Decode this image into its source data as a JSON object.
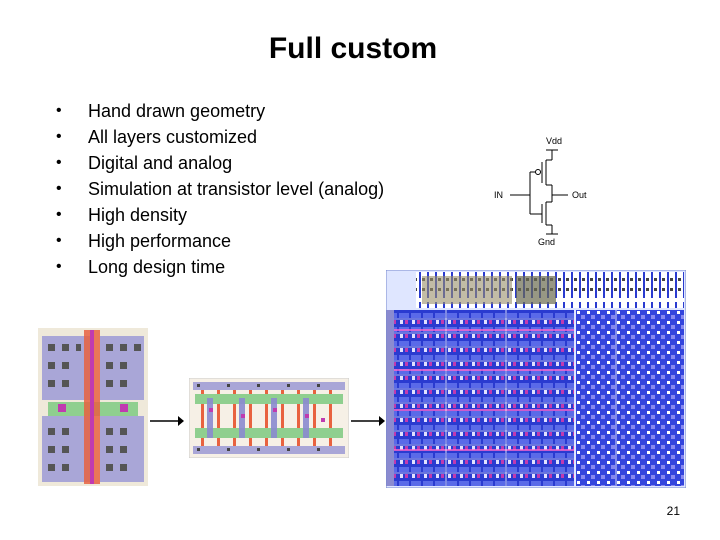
{
  "slide": {
    "title": "Full custom",
    "bullets": [
      "Hand drawn geometry",
      "All layers customized",
      "Digital and analog",
      "Simulation at transistor level (analog)",
      "High density",
      "High performance",
      "Long design time"
    ],
    "bullet_glyph": "•",
    "page_number": "21"
  },
  "schematic": {
    "vdd_label": "Vdd",
    "in_label": "IN",
    "out_label": "Out",
    "gnd_label": "Gnd"
  },
  "colors": {
    "poly": "#e8623f",
    "metal": "#8b8bd0",
    "contact": "#c03ab0",
    "diffusion": "#8fcf8f",
    "blue_fill": "#2233cc"
  }
}
